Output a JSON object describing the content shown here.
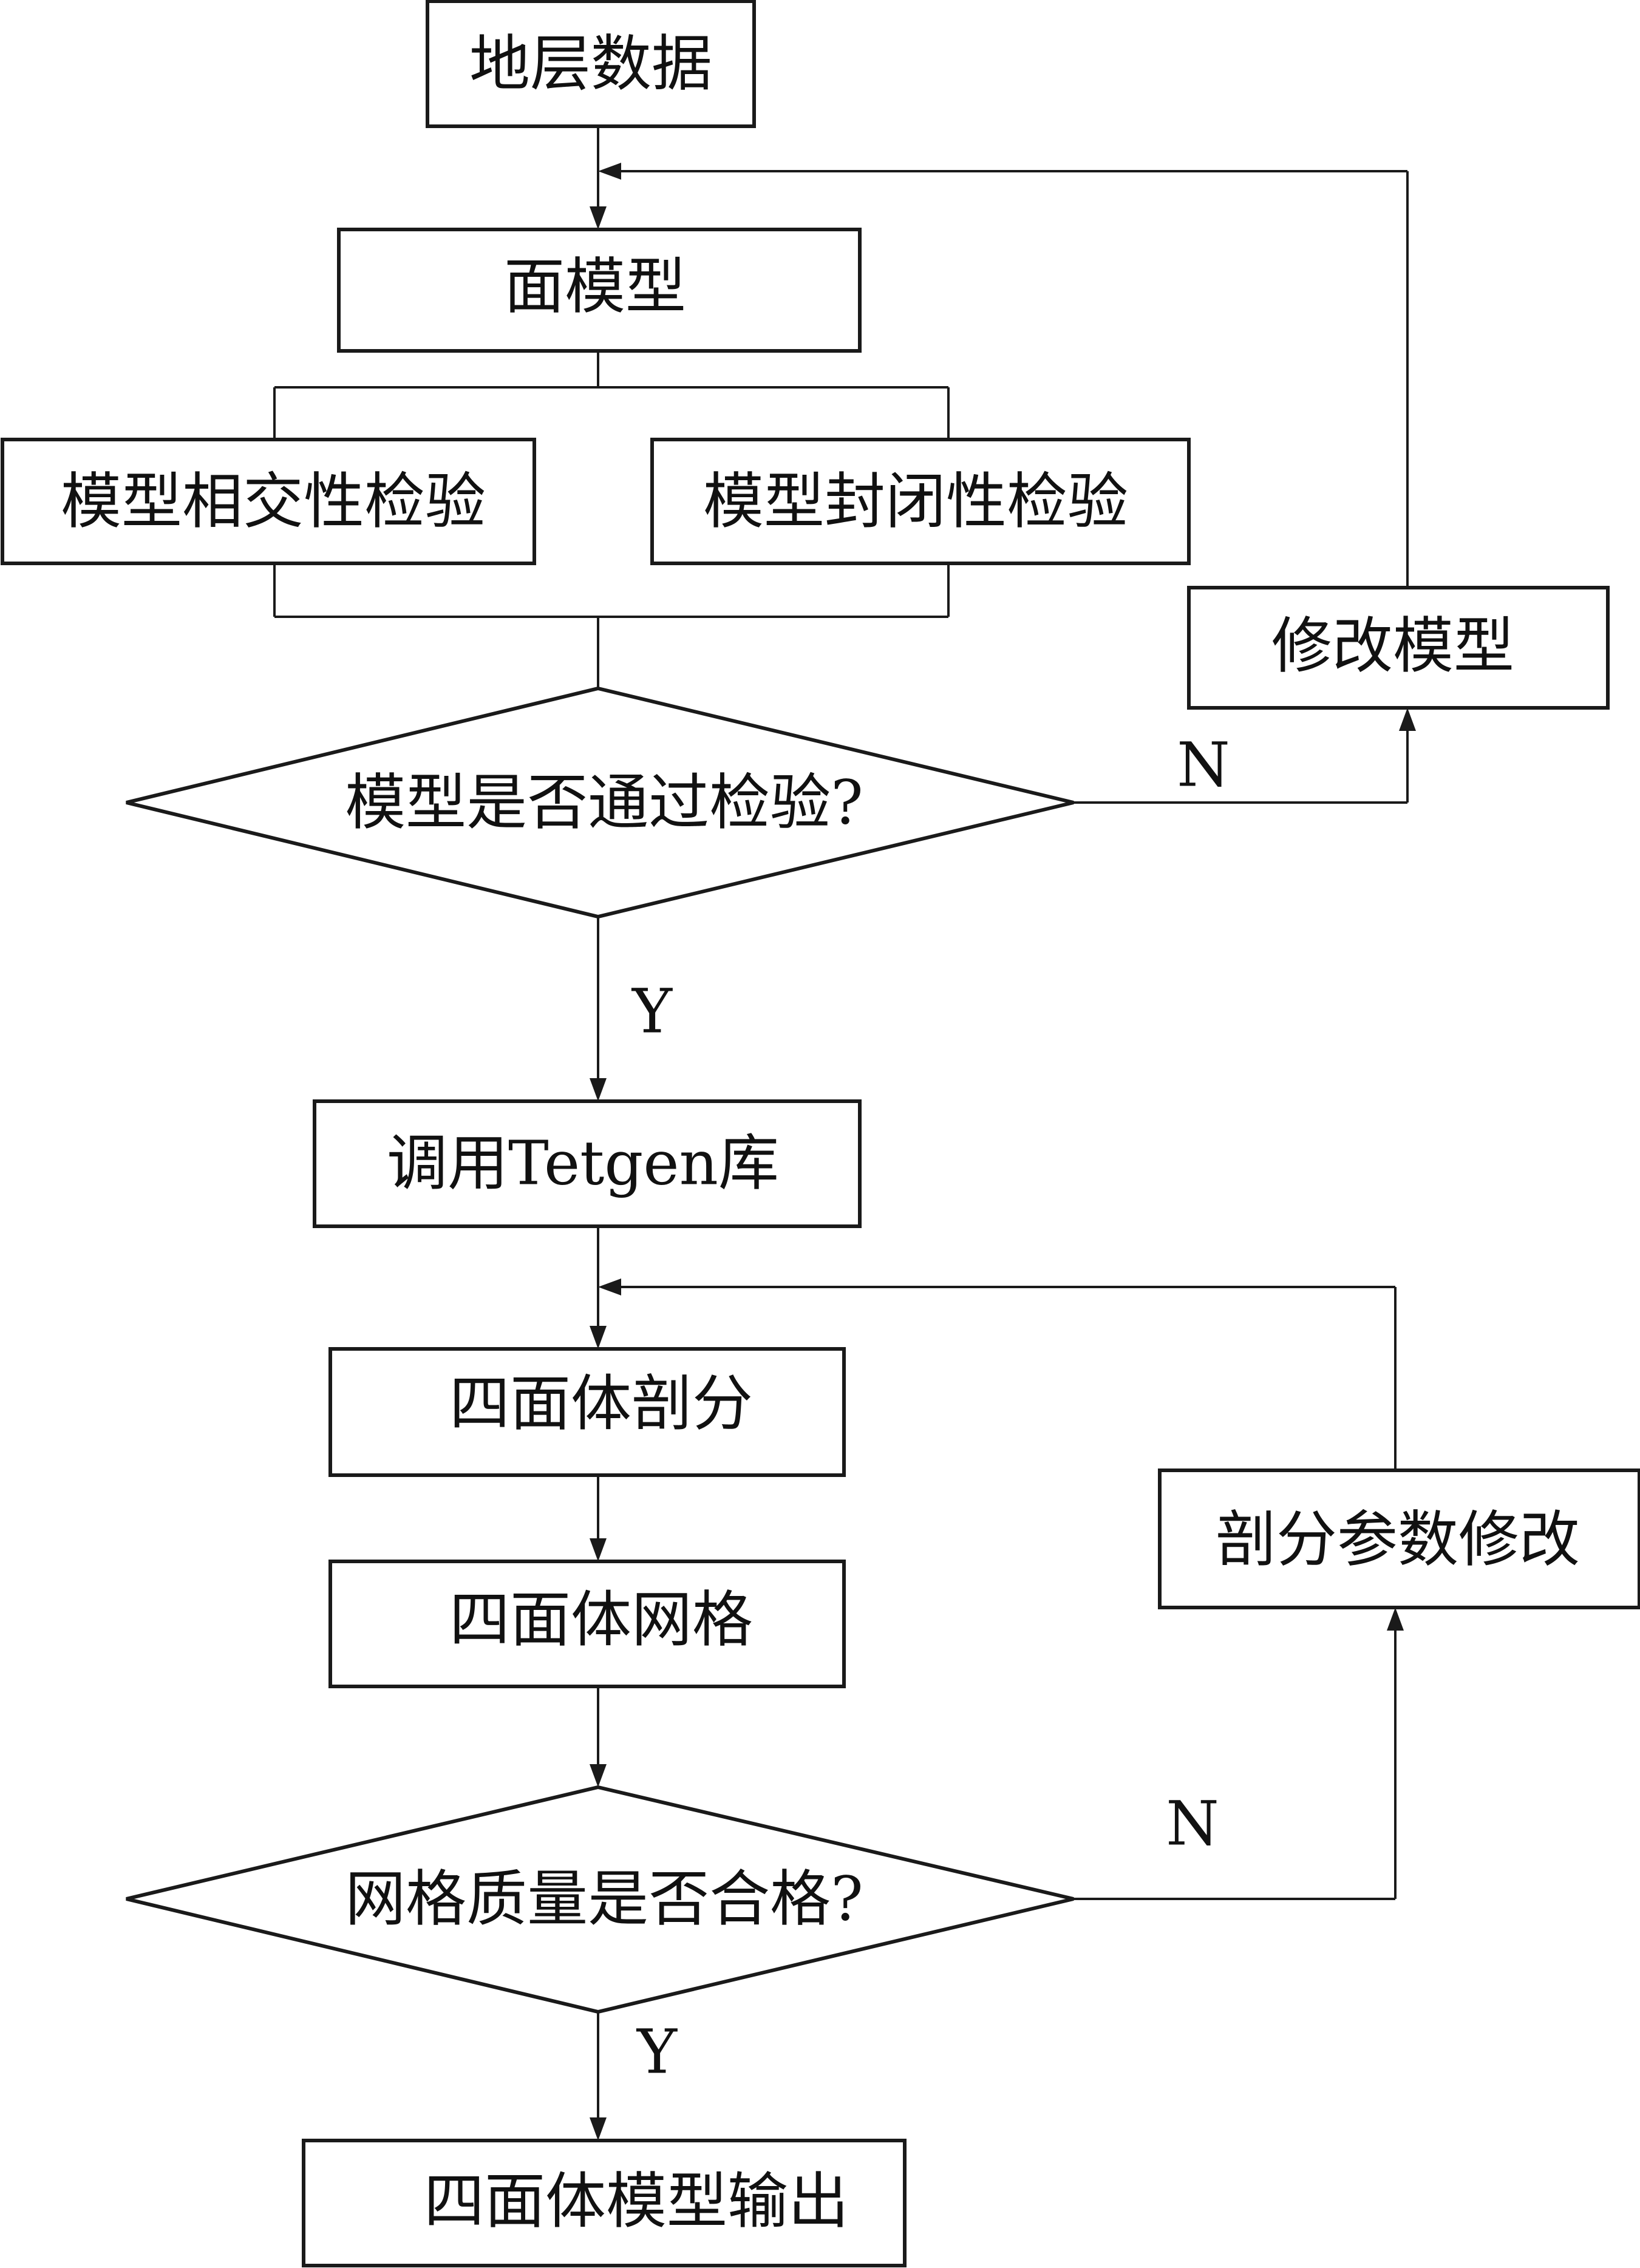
{
  "nodes": {
    "strata_data": "地层数据",
    "surface_model": "面模型",
    "intersection_check": "模型相交性检验",
    "closure_check": "模型封闭性检验",
    "modify_model": "修改模型",
    "pass_check_decision": "模型是否通过检验?",
    "call_tetgen": "调用Tetgen库",
    "tetra_partition": "四面体剖分",
    "tetra_mesh": "四面体网格",
    "adjust_params": "剖分参数修改",
    "mesh_quality_decision": "网格质量是否合格?",
    "tetra_output": "四面体模型输出"
  },
  "edge_labels": {
    "pass_no": "N",
    "pass_yes": "Y",
    "quality_no": "N",
    "quality_yes": "Y"
  }
}
